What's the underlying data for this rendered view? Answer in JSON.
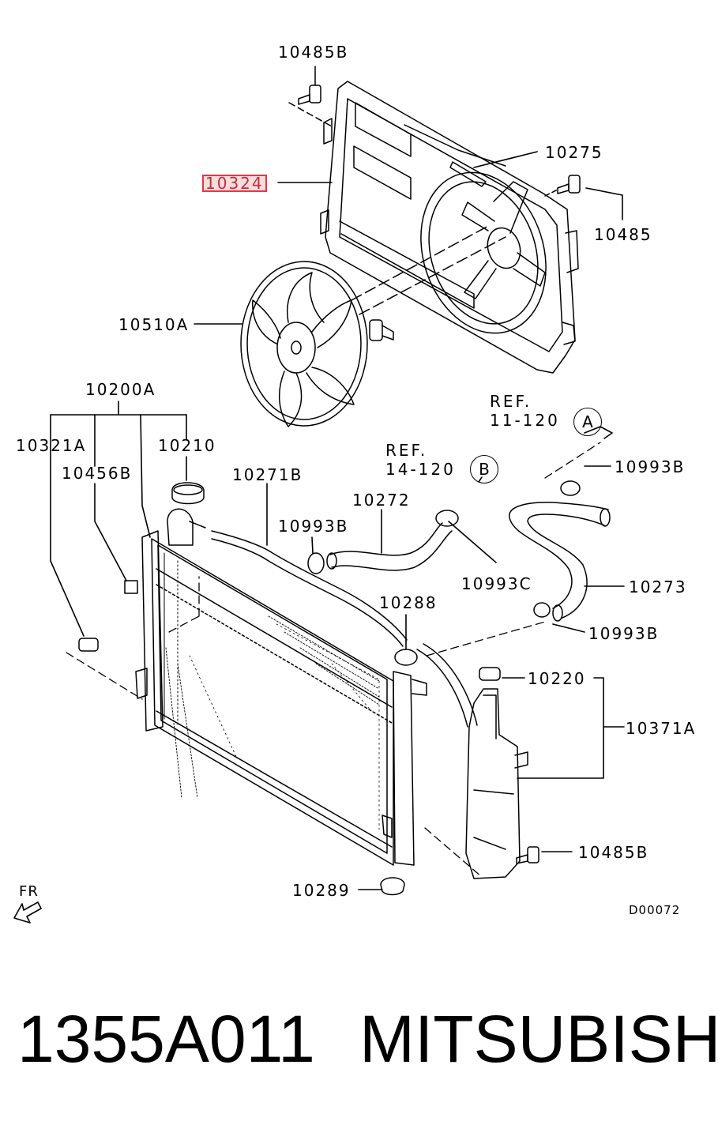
{
  "labels": {
    "p10485B_top": "10485B",
    "p10275": "10275",
    "p10324": "10324",
    "p10485": "10485",
    "p10510A": "10510A",
    "p10200A": "10200A",
    "p10321A": "10321A",
    "p10210": "10210",
    "p10456B": "10456B",
    "p10271B": "10271B",
    "p10272": "10272",
    "p10993B_mid": "10993B",
    "p10993B_right": "10993B",
    "p10993C": "10993C",
    "p10273": "10273",
    "p10288": "10288",
    "p10993B_low": "10993B",
    "p10220": "10220",
    "p10371A": "10371A",
    "p10485B_low": "10485B",
    "p10289": "10289"
  },
  "refs": {
    "ref_a_text": "REF.\n11-120",
    "ref_a_circle": "A",
    "ref_b_text": "REF.\n14-120",
    "ref_b_circle": "B"
  },
  "direction": "FR",
  "diagram_code": "D00072",
  "footer": {
    "part_number": "1355A011",
    "brand": "MITSUBISHI"
  },
  "highlight_color": "#e03a46"
}
